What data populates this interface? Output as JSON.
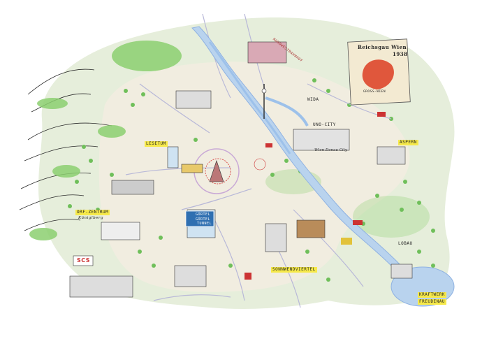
{
  "colors": {
    "city_fill": "#f1ede0",
    "green_belt": "#e6eedb",
    "forest": "#8ccf6f",
    "water": "#b9d3ee",
    "river_outline": "#8fb2e2",
    "tram": "#b8b8d8",
    "highlight": "#f6e94a",
    "accent_red": "#d9534f",
    "paper": "#f3ead2"
  },
  "labels": {
    "lesetum": "LESETUM",
    "aspern": "ASPERN",
    "orf_zentrum": "ORF-ZENTRUM",
    "kuniglberg": "Küniglberg",
    "sonnwendviertel": "SONNWENDVIERTEL",
    "lobau": "LOBAU",
    "kraftwerk": "KRAFTWERK",
    "freudenau": "FREUDENAU",
    "uno_city": "UNO-CITY",
    "wien_donau_city": "Wien Donau City",
    "wida": "WIDA",
    "scs": "SCS",
    "gurtel1": "GÜRTEL",
    "gurtel2": "GÜRTEL",
    "tunnel": "TUNNEL",
    "nordwestbahnhof": "NORDWESTBAHNHOF"
  },
  "poster": {
    "title": "Reichsgau Wien",
    "year": "1938",
    "caption": "GROSS-WIEN"
  }
}
